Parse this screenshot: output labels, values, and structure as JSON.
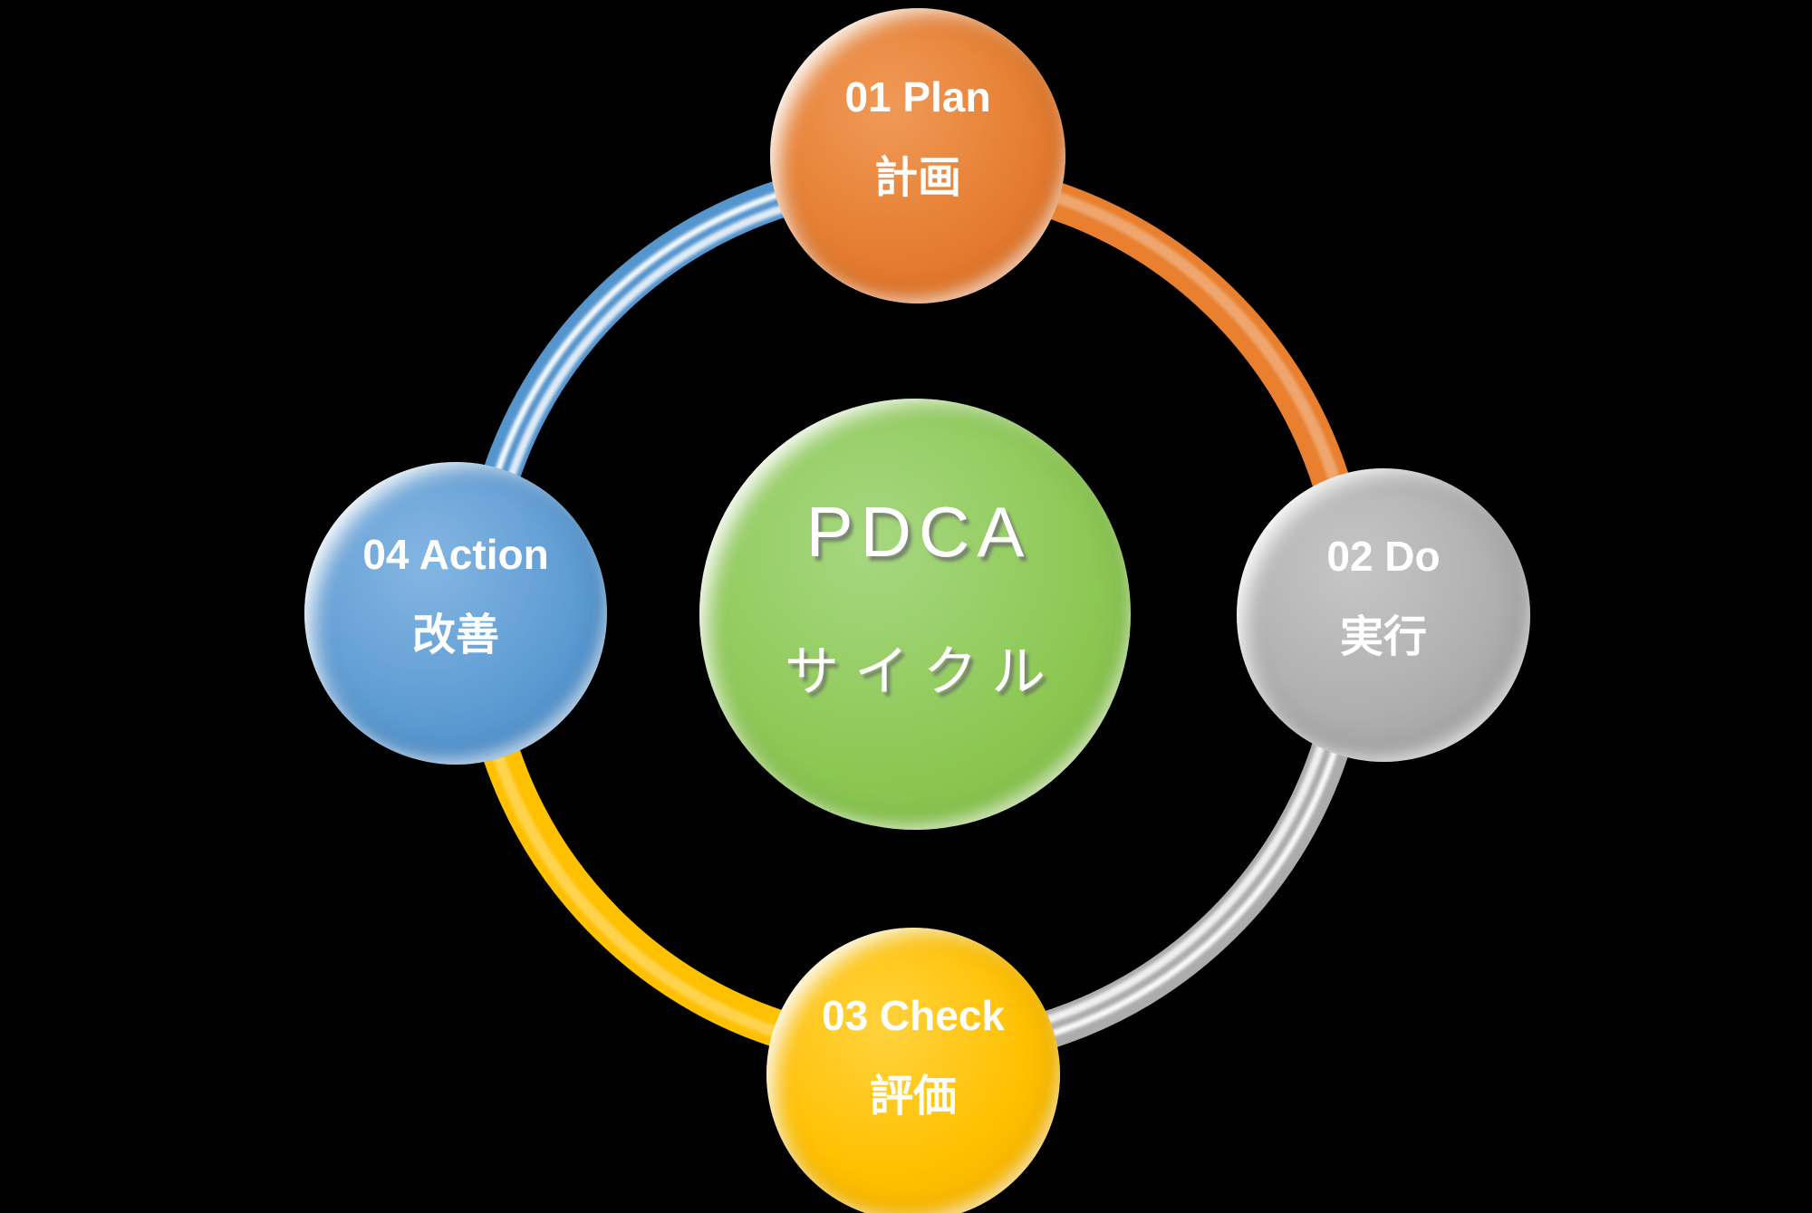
{
  "background_color": "#000000",
  "text_color": "#FFFFFF",
  "center_node": {
    "title": "PDCA",
    "subtitle": "サイクル",
    "fill_color": "#8EC956"
  },
  "cycle_nodes": [
    {
      "id": "plan",
      "position": "top",
      "label": "01 Plan",
      "sublabel": "計画",
      "fill_color": "#E68034"
    },
    {
      "id": "do",
      "position": "right",
      "label": "02 Do",
      "sublabel": "実行",
      "fill_color": "#AFAFAF"
    },
    {
      "id": "check",
      "position": "bottom",
      "label": "03 Check",
      "sublabel": "評価",
      "fill_color": "#FFC000"
    },
    {
      "id": "action",
      "position": "left",
      "label": "04 Action",
      "sublabel": "改善",
      "fill_color": "#5E9CD4"
    }
  ],
  "connector_arcs": [
    {
      "id": "arc-action-to-plan",
      "quadrant": "top-left",
      "from": "04 Action",
      "to": "01 Plan",
      "color": "#5595CE"
    },
    {
      "id": "arc-plan-to-do",
      "quadrant": "top-right",
      "from": "01 Plan",
      "to": "02 Do",
      "color": "#E8802F"
    },
    {
      "id": "arc-do-to-check",
      "quadrant": "bottom-right",
      "from": "02 Do",
      "to": "03 Check",
      "color": "#ACACAC"
    },
    {
      "id": "arc-check-to-action",
      "quadrant": "bottom-left",
      "from": "03 Check",
      "to": "04 Action",
      "color": "#FFC000"
    }
  ]
}
